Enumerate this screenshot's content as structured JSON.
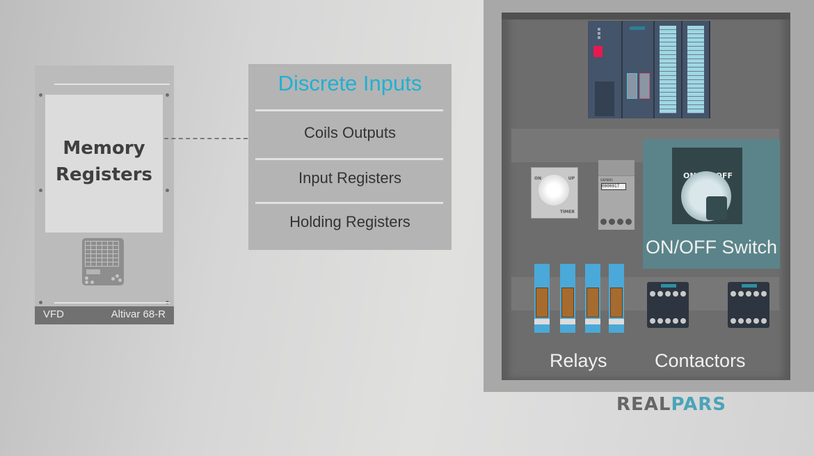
{
  "vfd": {
    "screen_title_line1": "Memory",
    "screen_title_line2": "Registers",
    "footer_left": "VFD",
    "footer_right": "Altivar 68-R"
  },
  "register_types": {
    "items": [
      {
        "label": "Discrete Inputs",
        "active": true
      },
      {
        "label": "Coils Outputs",
        "active": false
      },
      {
        "label": "Input Registers",
        "active": false
      },
      {
        "label": "Holding Registers",
        "active": false
      }
    ],
    "active_color": "#21b0d2"
  },
  "panel": {
    "switch": {
      "on_label": "ON",
      "off_label": "OFF",
      "caption": "ON/OFF Switch"
    },
    "timer": {
      "on_label": "ON",
      "up_label": "UP",
      "brand_label": "TIMER"
    },
    "counter": {
      "brand_label": "SIEMENS",
      "display": "0000017"
    },
    "relays_caption": "Relays",
    "contactors_caption": "Contactors"
  },
  "logo": {
    "part1": "REAL",
    "part2": "PARS"
  }
}
